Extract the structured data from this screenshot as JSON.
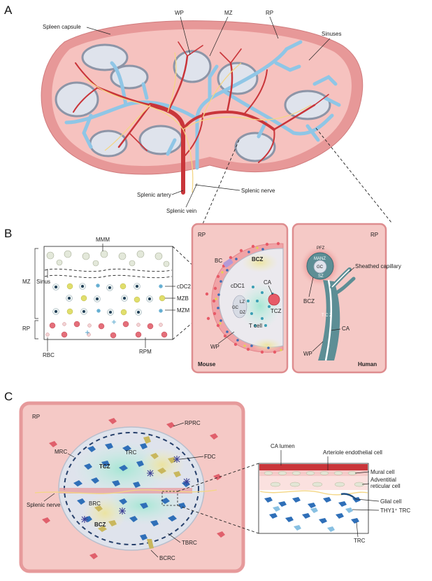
{
  "panels": {
    "a": "A",
    "b": "B",
    "c": "C"
  },
  "panel_a": {
    "spleen_capsule": "Spleen capsule",
    "wp": "WP",
    "mz": "MZ",
    "rp": "RP",
    "sinuses": "Sinuses",
    "splenic_artery": "Splenic artery",
    "splenic_nerve": "Splenic nerve",
    "splenic_vein": "Splenic vein"
  },
  "panel_b_left": {
    "mmm": "MMM",
    "sinus": "Sinus",
    "cdc2": "cDC2",
    "mzb": "MZB",
    "mzm": "MZM",
    "mz": "MZ",
    "rp": "RP",
    "rbc": "RBC",
    "rpm": "RPM"
  },
  "panel_b_mouse": {
    "rp": "RP",
    "bc": "BC",
    "bcz": "BCZ",
    "ca": "CA",
    "cdc1": "cDC1",
    "gc": "GC",
    "lz": "LZ",
    "dz": "DZ",
    "tcz": "TCZ",
    "tcell": "T cell",
    "wp": "WP",
    "title": "Mouse"
  },
  "panel_b_human": {
    "rp": "RP",
    "pfz": "PFZ",
    "manz": "MANZ",
    "gc": "GC",
    "sz": "SZ",
    "sheathed": "Sheathed capillary",
    "bcz": "BCZ",
    "ca": "CA",
    "tcz": "T C Z",
    "wp": "WP",
    "title": "Human"
  },
  "panel_c": {
    "rp": "RP",
    "rprc": "RPRC",
    "mrc": "MRC",
    "trc": "TRC",
    "fdc": "FDC",
    "tcz": "TCZ",
    "splenic_nerve": "Splenic nerve",
    "brc": "BRC",
    "bcz": "BCZ",
    "tbrc": "TBRC",
    "bcrc": "BCRC"
  },
  "panel_c_inset": {
    "ca_lumen": "CA lumen",
    "endothelial": "Arteriole endothelial cell",
    "mural": "Mural cell",
    "adventitial_1": "Adventitial",
    "adventitial_2": "reticular cell",
    "glial": "Glial cell",
    "thy1": "THY1⁺ TRC",
    "trc": "TRC"
  },
  "colors": {
    "spleen_outer": "#e79898",
    "spleen_inner": "#f6c2bf",
    "artery": "#c9353a",
    "vein": "#8fc6e6",
    "nerve": "#f4d684",
    "wp_fill": "#dfe3ec",
    "wp_ring": "#8d95a7",
    "panel_bg": "#f5c9c6",
    "panel_border": "#de8d8f",
    "tcz_green": "#b6ecdc",
    "bcz_yellow": "#ece7a8",
    "trc_blue": "#2f6fb8",
    "bcz_cell": "#c9b75d"
  }
}
